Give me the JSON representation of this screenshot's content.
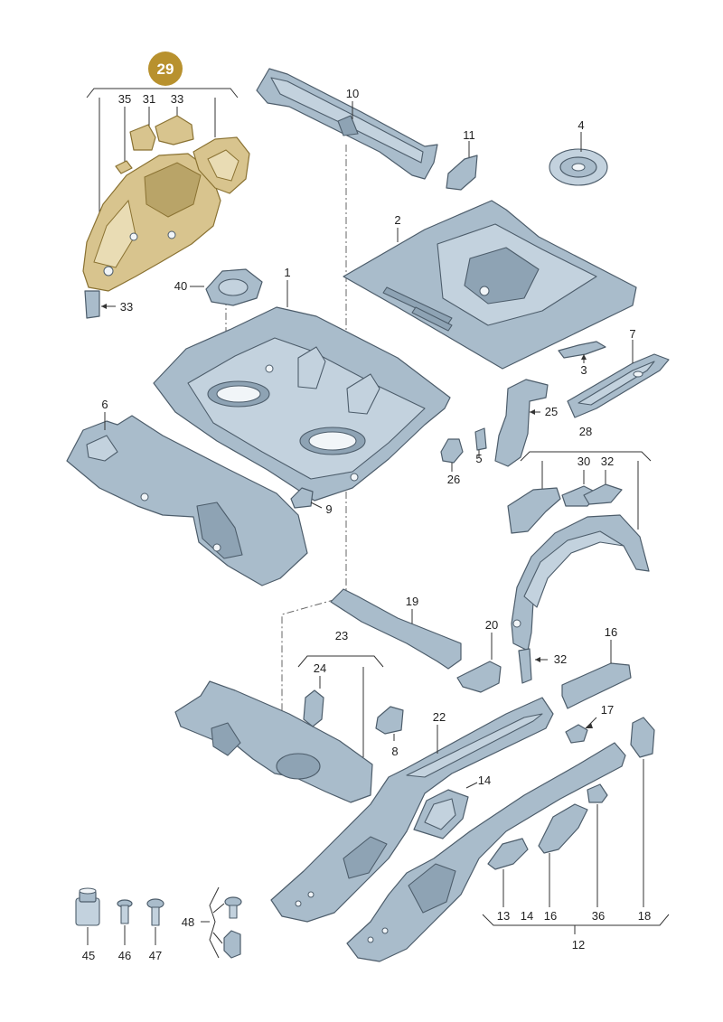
{
  "highlight": {
    "badge": "29",
    "badge_color": "#b8912e",
    "part_color": "#d8c48e"
  },
  "part_color": "#a9bccb",
  "labels": {
    "l29_35": "35",
    "l29_31": "31",
    "l29_33a": "33",
    "l29_33b": "33",
    "l10": "10",
    "l11": "11",
    "l4": "4",
    "l2": "2",
    "l40": "40",
    "l1": "1",
    "l7": "7",
    "l3": "3",
    "l6": "6",
    "l25": "25",
    "l5": "5",
    "l26": "26",
    "l9": "9",
    "l28": "28",
    "l30": "30",
    "l32a": "32",
    "l32b": "32",
    "l19": "19",
    "l23": "23",
    "l24": "24",
    "l20": "20",
    "l16a": "16",
    "l8": "8",
    "l22": "22",
    "l17": "17",
    "l14a": "14",
    "l45": "45",
    "l46": "46",
    "l47": "47",
    "l48": "48",
    "l13": "13",
    "l14b": "14",
    "l16b": "16",
    "l36": "36",
    "l18": "18",
    "l12": "12"
  }
}
